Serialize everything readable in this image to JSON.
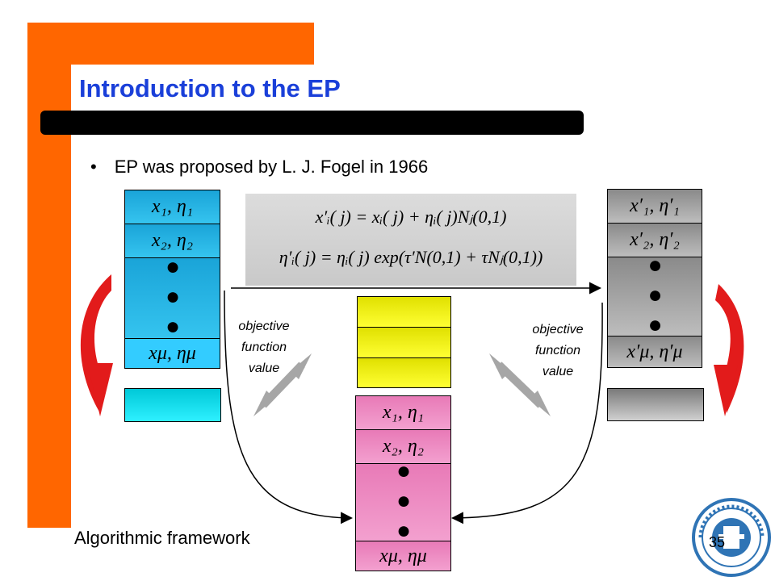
{
  "slide": {
    "title": "Introduction to the EP",
    "bullet_symbol": "•",
    "bullet": "EP was proposed by L. J. Fogel in 1966",
    "footer": "Algorithmic framework",
    "page_number": "35"
  },
  "formulas": {
    "line1": "x′ᵢ( j) = xᵢ( j) + ηᵢ( j)Nⱼ(0,1)",
    "line2": "η′ᵢ( j) = ηᵢ( j) exp(τ′N(0,1) + τNⱼ(0,1))"
  },
  "labels": {
    "objective_left": [
      "objective",
      "function",
      "value"
    ],
    "objective_right": [
      "objective",
      "function",
      "value"
    ]
  },
  "parents": {
    "rows": [
      "x₁, η₁",
      "x₂, η₂",
      "●●●",
      "xμ, ημ"
    ]
  },
  "offspring": {
    "rows": [
      "x′₁, η′₁",
      "x′₂, η′₂",
      "●●●",
      "x′μ, η′μ"
    ]
  },
  "selected": {
    "rows": [
      "x₁, η₁",
      "x₂, η₂",
      "●●●",
      "xμ, ημ"
    ]
  },
  "colors": {
    "orange": "#ff6600",
    "title_blue": "#1a3fd9",
    "arrow_red": "#e21b1b",
    "arrow_gray": "#a6a6a6",
    "logo_blue": "#2f74b5"
  }
}
